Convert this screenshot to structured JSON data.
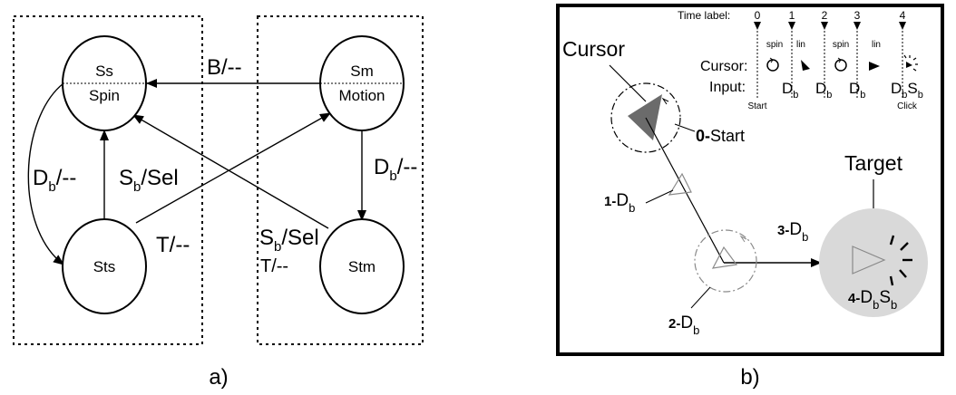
{
  "panel_a": {
    "caption": "a)",
    "states": {
      "ss": {
        "top": "Ss",
        "bottom": "Spin"
      },
      "sm": {
        "top": "Sm",
        "bottom": "Motion"
      },
      "sts": {
        "label": "Sts"
      },
      "stm": {
        "label": "Stm"
      }
    },
    "transitions": {
      "sm_to_ss": "B/--",
      "sts_to_ss_main": "S",
      "sts_to_ss_sub": "b",
      "sts_to_ss_tail": "/Sel",
      "ss_to_sts_main": "D",
      "ss_to_sts_sub": "b",
      "ss_to_sts_tail": "/--",
      "sm_to_stm_main": "D",
      "sm_to_stm_sub": "b",
      "sm_to_stm_tail": "/--",
      "sts_to_sm": "T/--",
      "stm_to_ss_main": "S",
      "stm_to_ss_sub": "b",
      "stm_to_ss_tail": "/Sel",
      "stm_to_ss_t": "T/--"
    }
  },
  "panel_b": {
    "caption": "b)",
    "cursor_label": "Cursor",
    "target_label": "Target",
    "timeline": {
      "time_label": "Time label:",
      "ticks": [
        "0",
        "1",
        "2",
        "3",
        "4"
      ],
      "row_cursor": "Cursor:",
      "row_input": "Input:",
      "segments": [
        "spin",
        "lin",
        "spin",
        "lin"
      ],
      "start": "Start",
      "click": "Click",
      "inputs": [
        {
          "main": "D",
          "sub": "b"
        },
        {
          "main": "D",
          "sub": "b"
        },
        {
          "main": "D",
          "sub": "b"
        },
        {
          "main": "D",
          "sub": "b",
          "main2": "S",
          "sub2": "b"
        }
      ]
    },
    "steps": {
      "s0_num": "0-",
      "s0_text": "Start",
      "s1_num": "1-",
      "s1_main": "D",
      "s1_sub": "b",
      "s2_num": "2-",
      "s2_main": "D",
      "s2_sub": "b",
      "s3_num": "3-",
      "s3_main": "D",
      "s3_sub": "b",
      "s4_num": "4-",
      "s4_main": "D",
      "s4_sub": "b",
      "s4_main2": "S",
      "s4_sub2": "b"
    }
  }
}
